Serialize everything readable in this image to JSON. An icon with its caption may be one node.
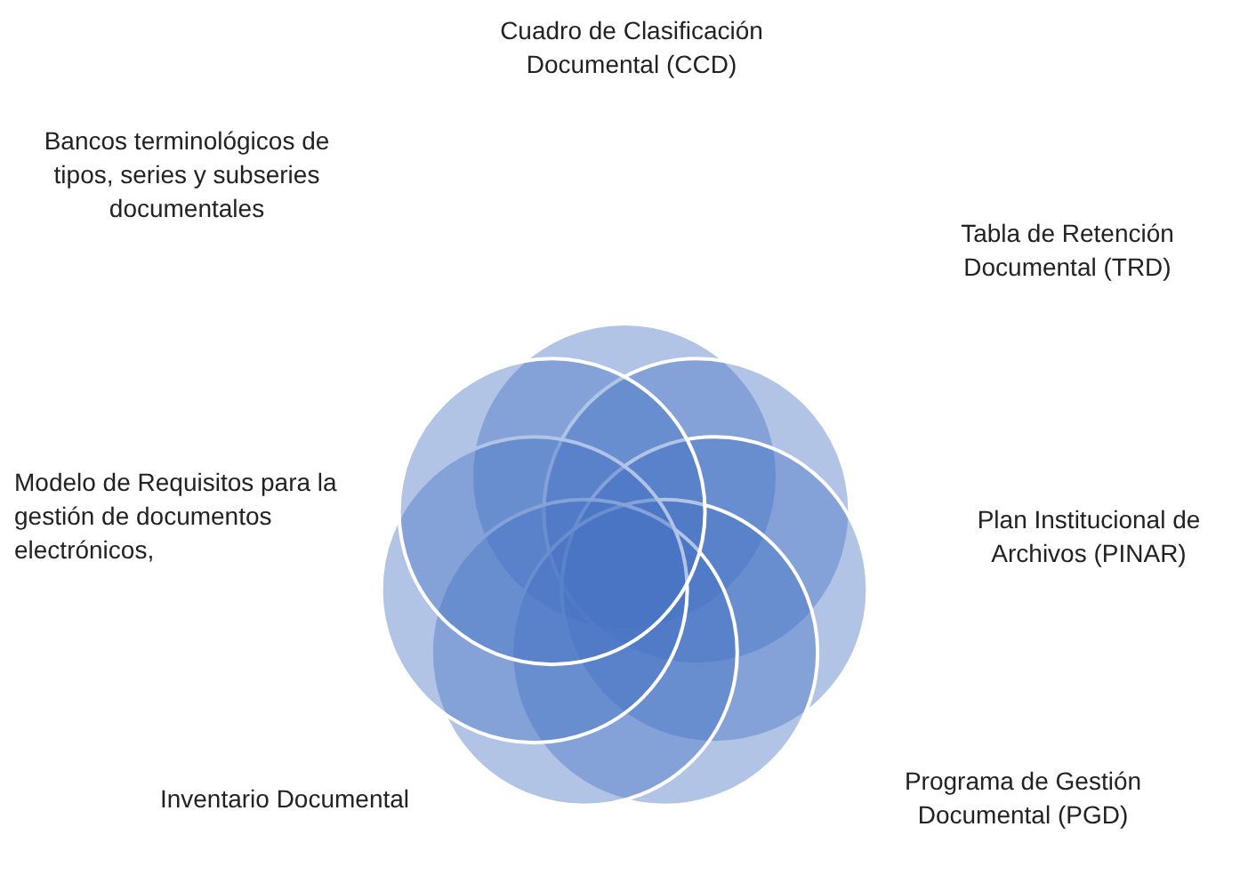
{
  "diagram": {
    "labels": [
      "Cuadro de Clasificación Documental (CCD)",
      "Bancos terminológicos de tipos, series y subseries documentales",
      "Tabla de Retención Documental (TRD)",
      "Modelo de Requisitos para la gestión de documentos electrónicos,",
      "Plan Institucional de Archivos (PINAR)",
      "Programa de Gestión Documental (PGD)",
      "Inventario Documental"
    ]
  }
}
